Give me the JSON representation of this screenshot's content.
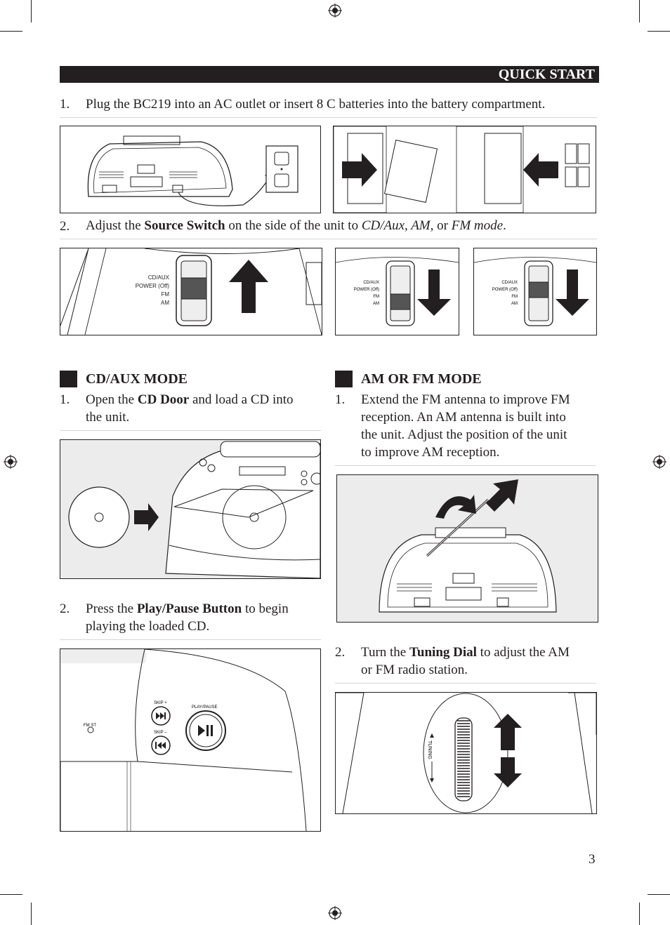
{
  "header": {
    "title": "QUICK START"
  },
  "page_number": "3",
  "steps_top": [
    {
      "num": "1.",
      "text": "Plug the BC219 into an AC outlet or insert 8 C batteries into the battery compartment."
    },
    {
      "num": "2.",
      "pre": "Adjust the ",
      "bold": "Source Switch",
      "mid": " on the side of the unit to ",
      "ital1": "CD/Aux, AM,",
      "or": " or ",
      "ital2": "FM mode",
      "end": "."
    }
  ],
  "switch_labels": {
    "cd_aux": "CD/AUX",
    "power": "POWER (Off)",
    "fm": "FM",
    "am": "AM"
  },
  "cd_aux_section": {
    "heading": "CD/AUX MODE",
    "step1": {
      "num": "1.",
      "pre": "Open the ",
      "bold": "CD Door",
      "line1_end": " and load a CD into",
      "line2": "the unit."
    },
    "step2": {
      "num": "2.",
      "pre": "Press the ",
      "bold": "Play/Pause Button",
      "line1_end": " to begin",
      "line2": "playing the loaded CD."
    },
    "panel_labels": {
      "fm_st": "FM ST",
      "skip_plus": "SKIP +",
      "skip_minus": "SKIP –",
      "play_pause": "PLAY/PAUSE"
    }
  },
  "am_fm_section": {
    "heading": "AM OR FM MODE",
    "step1": {
      "num": "1.",
      "lines": [
        "Extend the FM antenna to improve FM",
        "reception. An AM antenna is built into",
        "the unit. Adjust the position of the unit",
        "to improve AM reception."
      ]
    },
    "step2": {
      "num": "2.",
      "pre": "Turn the ",
      "bold": "Tuning Dial",
      "line1_end": " to adjust the AM",
      "line2": "or FM radio station."
    },
    "dial_label": "TUNING"
  }
}
